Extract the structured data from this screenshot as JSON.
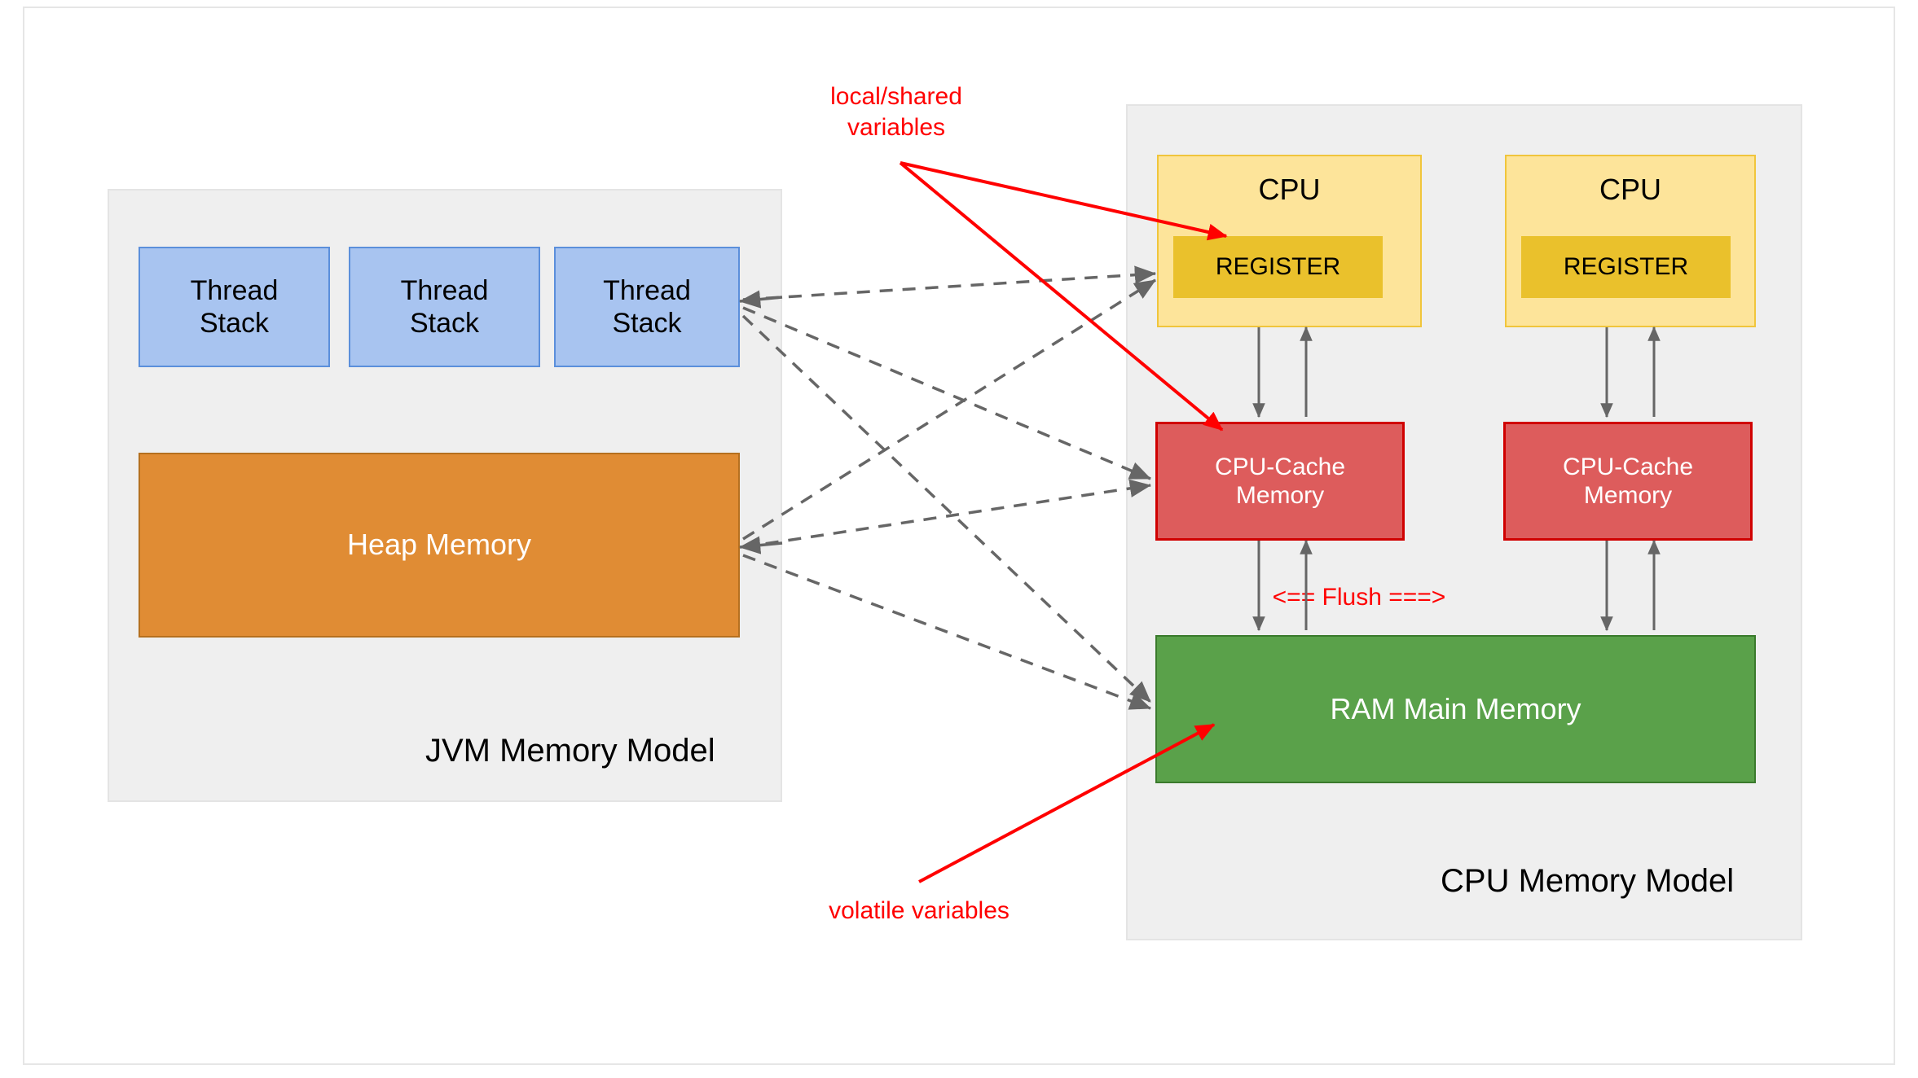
{
  "diagram": {
    "title_left": "JVM Memory Model",
    "title_right": "CPU Memory Model"
  },
  "jvm_panel": {
    "label": "JVM Memory Model",
    "thread_stacks": [
      {
        "label": "Thread\nStack"
      },
      {
        "label": "Thread\nStack"
      },
      {
        "label": "Thread\nStack"
      }
    ],
    "heap": {
      "label": "Heap Memory"
    }
  },
  "cpu_panel": {
    "label": "CPU Memory Model",
    "cores": [
      {
        "cpu_label": "CPU",
        "register_label": "REGISTER",
        "cache_label": "CPU-Cache\nMemory"
      },
      {
        "cpu_label": "CPU",
        "register_label": "REGISTER",
        "cache_label": "CPU-Cache\nMemory"
      }
    ],
    "ram": {
      "label": "RAM Main Memory"
    },
    "flush_label": "<== Flush ===>"
  },
  "annotations": {
    "local_shared": "local/shared\nvariables",
    "volatile": "volatile variables"
  },
  "colors": {
    "panel_bg": "#efefef",
    "thread_stack_fill": "#a8c4f0",
    "thread_stack_stroke": "#5b8fdb",
    "heap_fill": "#e08c34",
    "heap_stroke": "#b5701f",
    "cpu_fill": "#fde49a",
    "cpu_stroke": "#f0c53c",
    "register_fill": "#eac12c",
    "cache_fill": "#dd5c5c",
    "cache_stroke": "#d00000",
    "ram_fill": "#5aa14a",
    "ram_stroke": "#3a7a2c",
    "annotation_red": "#ff0000",
    "arrow_gray": "#666666"
  }
}
